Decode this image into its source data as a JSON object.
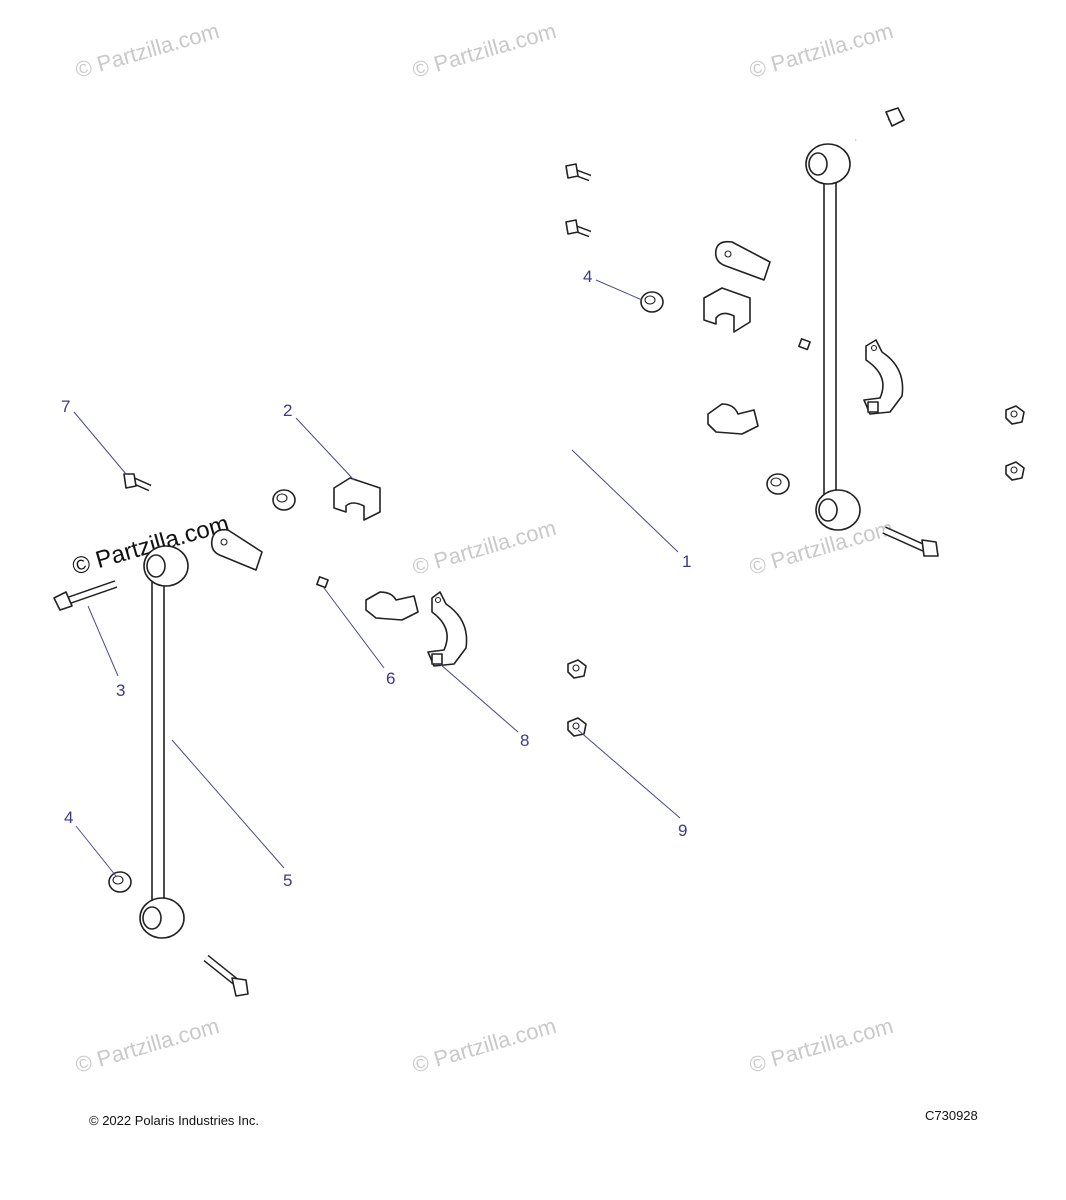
{
  "watermarks": {
    "faint_text": "© Partzilla.com",
    "strong_text": "© Partzilla.com"
  },
  "callouts": [
    {
      "label": "1",
      "part": "stabilizer-bar"
    },
    {
      "label": "2",
      "part": "bushing"
    },
    {
      "label": "3",
      "part": "link-bolt"
    },
    {
      "label": "4",
      "part": "nut-upper"
    },
    {
      "label": "4",
      "part": "nut-lower"
    },
    {
      "label": "5",
      "part": "link-rod"
    },
    {
      "label": "6",
      "part": "grease-fitting"
    },
    {
      "label": "7",
      "part": "bracket-bolt"
    },
    {
      "label": "8",
      "part": "bracket-clamp"
    },
    {
      "label": "9",
      "part": "flange-nut"
    }
  ],
  "footer": {
    "copyright": "© 2022 Polaris Industries Inc.",
    "drawing_code": "C730928"
  },
  "colors": {
    "callout": "#3a3a8a",
    "watermark": "#c9c9c9",
    "line": "#222222"
  }
}
